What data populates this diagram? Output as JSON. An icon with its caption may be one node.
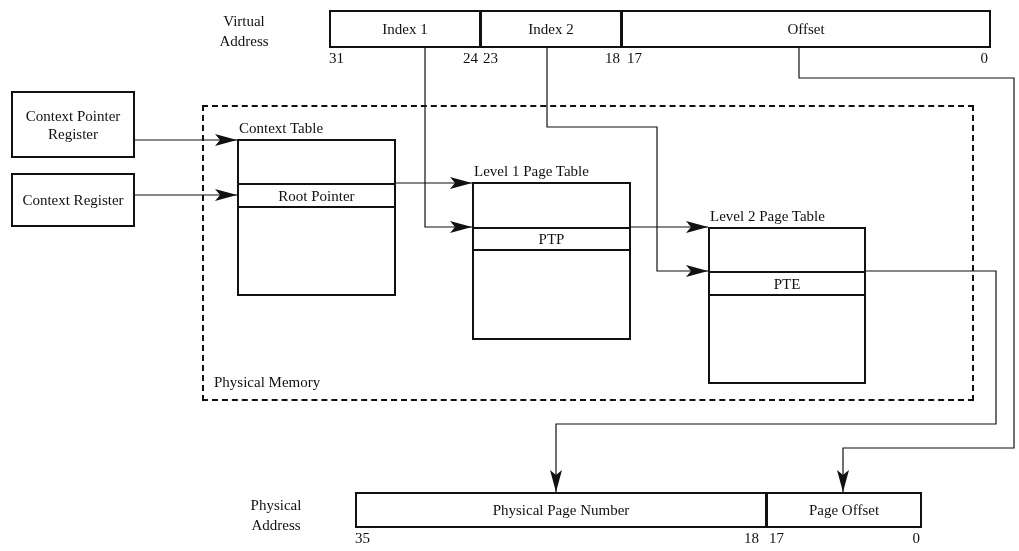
{
  "diagram": {
    "nodes": [
      {
        "text": [
          "Index 1"
        ]
      },
      {
        "text": [
          "Index 2"
        ]
      },
      {
        "text": [
          "Offset"
        ]
      },
      {
        "text": [
          "Context Pointer Register"
        ]
      },
      {
        "text": [
          "Context Register"
        ]
      },
      {
        "text": [
          "Physical Memory"
        ]
      },
      {
        "text": [
          "Context Table"
        ],
        "in": 5
      },
      {
        "text": [
          "Root Pointer"
        ],
        "in": 6
      },
      {
        "text": [
          "Level 1 Page Table"
        ],
        "in": 5
      },
      {
        "text": [
          "PTP"
        ],
        "in": 8
      },
      {
        "text": [
          "Level 2 Page Table"
        ],
        "in": 5
      },
      {
        "text": [
          "PTE"
        ],
        "in": 10
      },
      {
        "text": [
          "Physical Page Number"
        ]
      },
      {
        "text": [
          "Page Offset"
        ]
      }
    ],
    "edges": [
      {
        "from": 3,
        "to": 6,
        "arrow": "to"
      },
      {
        "from": 4,
        "to": 7,
        "arrow": "to"
      },
      {
        "from": 7,
        "to": 8,
        "arrow": "to"
      },
      {
        "from": 0,
        "to": 9,
        "arrow": "to"
      },
      {
        "from": 9,
        "to": 10,
        "arrow": "to"
      },
      {
        "from": 1,
        "to": 11,
        "arrow": "to"
      },
      {
        "from": 11,
        "to": 12,
        "arrow": "to"
      },
      {
        "from": 2,
        "to": 13,
        "arrow": "to"
      }
    ],
    "labels": [
      "Virtual Address",
      "31",
      "24",
      "23",
      "18",
      "17",
      "0",
      "Physical Address",
      "35",
      "18",
      "17",
      "0"
    ]
  }
}
